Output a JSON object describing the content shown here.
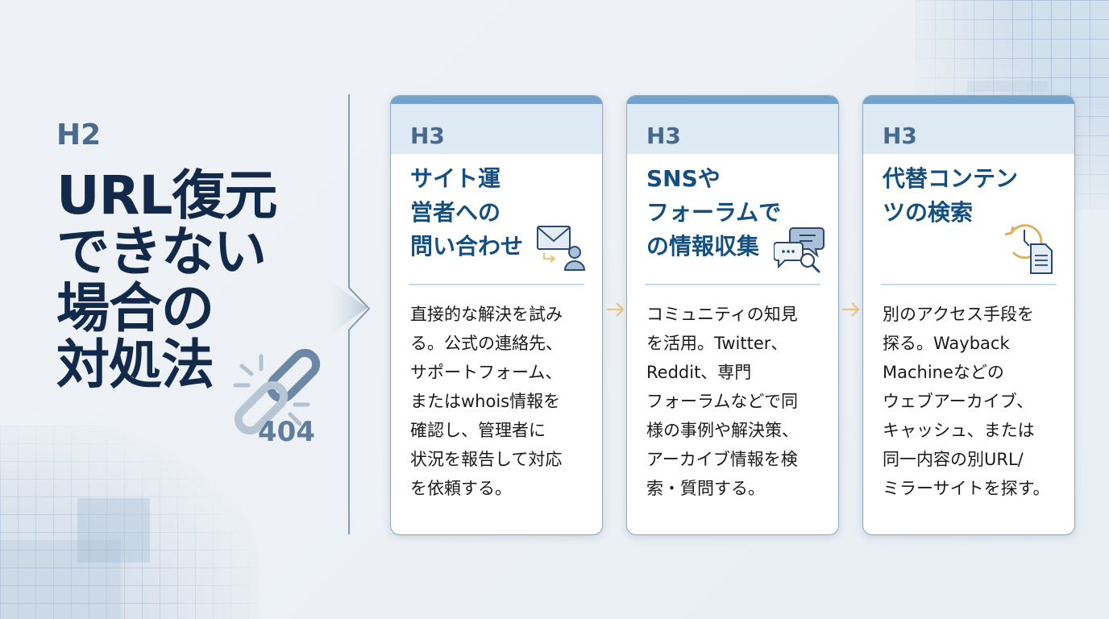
{
  "heading": {
    "level_tag": "H2",
    "title_lines": [
      "URL復元",
      "できない",
      "場合の",
      "対処法"
    ],
    "badge_code": "404"
  },
  "icons": {
    "heading_decoration": "broken-link-icon",
    "divider_chevron": "chevron-right-icon",
    "flow_arrow": "arrow-right-icon"
  },
  "colors": {
    "title": "#12294a",
    "h2_tag": "#4a6a8e",
    "card_top_bar": "#74a2cc",
    "card_header_band": "#dde9f3",
    "card_title": "#154f80",
    "flow_arrow": "#e8c98a",
    "background": "#eef2f6"
  },
  "cards": [
    {
      "level_tag": "H3",
      "title": "サイト運\n営者への\n問い合わせ",
      "icon": "envelope-person-icon",
      "body": "直接的な解決を試み\nる。公式の連絡先、\nサポートフォーム、\nまたはwhois情報を\n確認し、管理者に\n状況を報告して対応\nを依頼する。"
    },
    {
      "level_tag": "H3",
      "title": "SNSや\nフォーラムで\nの情報収集",
      "icon": "chat-search-icon",
      "body": "コミュニティの知見\nを活用。Twitter、\nReddit、専門\nフォーラムなどで同\n様の事例や解決策、\nアーカイブ情報を検\n索・質問する。"
    },
    {
      "level_tag": "H3",
      "title": "代替コンテン\nツの検索",
      "icon": "history-document-icon",
      "body": "別のアクセス手段を\n探る。Wayback\nMachineなどの\nウェブアーカイブ、\nキャッシュ、または\n同一内容の別URL/\nミラーサイトを探す。"
    }
  ]
}
